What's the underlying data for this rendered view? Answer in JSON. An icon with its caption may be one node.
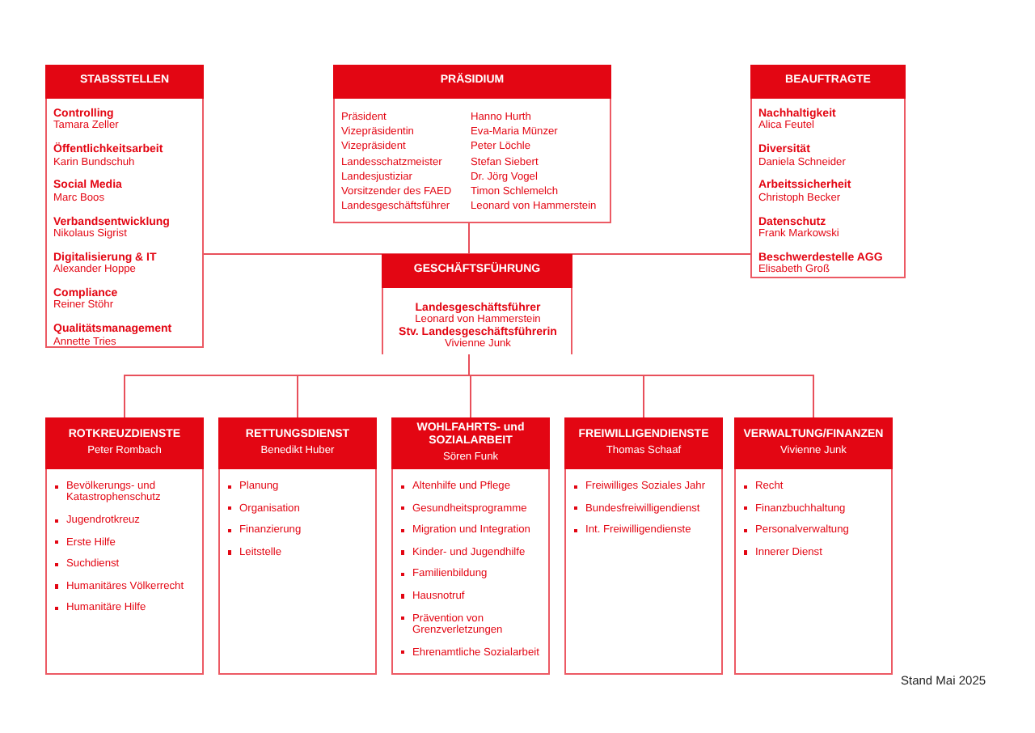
{
  "diagram": {
    "nodes": [
      {
        "text": [
          "STABSSTELLEN",
          "Controlling",
          "Tamara Zeller",
          "Öffentlichkeitsarbeit",
          "Karin Bundschuh",
          "Social Media",
          "Marc Boos",
          "Verbandsentwicklung",
          "Nikolaus Sigrist",
          "Digitalisierung & IT",
          "Alexander Hoppe",
          "Compliance",
          "Reiner Stöhr",
          "Qualitätsmanagement",
          "Annette Tries"
        ]
      },
      {
        "text": [
          "PRÄSIDIUM",
          "Präsident",
          "Hanno Hurth",
          "Vizepräsidentin",
          "Eva-Maria Münzer",
          "Vizepräsident",
          "Peter Löchle",
          "Landesschatzmeister",
          "Stefan Siebert",
          "Landesjustiziar",
          "Dr. Jörg Vogel",
          "Vorsitzender des FAED",
          "Timon Schlemelch",
          "Landesgeschäftsführer",
          "Leonard von Hammerstein"
        ]
      },
      {
        "text": [
          "BEAUFTRAGTE",
          "Nachhaltigkeit",
          "Alica Feutel",
          "Diversität",
          "Daniela Schneider",
          "Arbeitssicherheit",
          "Christoph Becker",
          "Datenschutz",
          "Frank Markowski",
          "Beschwerdestelle AGG",
          "Elisabeth Groß"
        ]
      },
      {
        "text": [
          "GESCHÄFTSFÜHRUNG",
          "Landesgeschäftsführer",
          "Leonard von Hammerstein",
          "Stv. Landesgeschäftsführerin",
          "Vivienne Junk"
        ]
      },
      {
        "text": [
          "ROTKREUZDIENSTE",
          "Peter Rombach",
          "Bevölkerungs- und Katastrophenschutz",
          "Jugendrotkreuz",
          "Erste Hilfe",
          "Suchdienst",
          "Humanitäres Völkerrecht",
          "Humanitäre Hilfe"
        ]
      },
      {
        "text": [
          "RETTUNGSDIENST",
          "Benedikt Huber",
          "Planung",
          "Organisation",
          "Finanzierung",
          "Leitstelle"
        ]
      },
      {
        "text": [
          "WOHLFAHRTS- und SOZIALARBEIT",
          "Sören Funk",
          "Altenhilfe und Pflege",
          "Gesundheitsprogramme",
          "Migration und Integration",
          "Kinder- und Jugendhilfe",
          "Familienbildung",
          "Hausnotruf",
          "Prävention von Grenzverletzungen",
          "Ehrenamtliche Sozialarbeit"
        ]
      },
      {
        "text": [
          "FREIWILLIGENDIENSTE",
          "Thomas Schaaf",
          "Freiwilliges Soziales Jahr",
          "Bundesfreiwilligendienst",
          "Int. Freiwilligendienste"
        ]
      },
      {
        "text": [
          "VERWALTUNG/FINANZEN",
          "Vivienne Junk",
          "Recht",
          "Finanzbuchhaltung",
          "Personalverwaltung",
          "Innerer Dienst"
        ]
      }
    ],
    "edges": [
      {
        "from": 1,
        "to": 3,
        "arrow": "none"
      },
      {
        "from": 1,
        "to": 0,
        "arrow": "none"
      },
      {
        "from": 1,
        "to": 2,
        "arrow": "none"
      },
      {
        "from": 3,
        "to": 4,
        "arrow": "none"
      },
      {
        "from": 3,
        "to": 5,
        "arrow": "none"
      },
      {
        "from": 3,
        "to": 6,
        "arrow": "none"
      },
      {
        "from": 3,
        "to": 7,
        "arrow": "none"
      },
      {
        "from": 3,
        "to": 8,
        "arrow": "none"
      }
    ],
    "labels": [
      "Stand Mai 2025"
    ]
  }
}
